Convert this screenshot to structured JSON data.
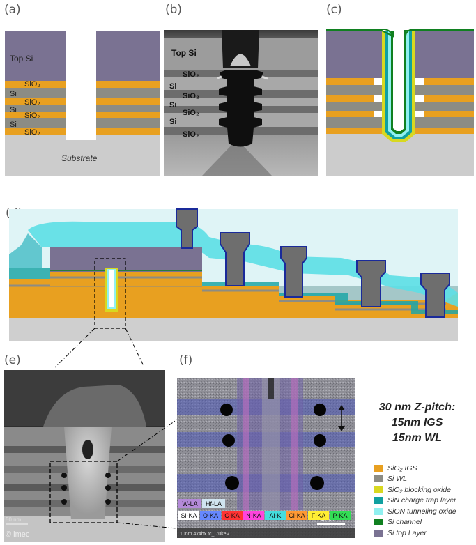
{
  "panels": {
    "a": {
      "label": "(a)",
      "layer_labels": {
        "top_si": "Top Si",
        "sio2_1": "SiO₂",
        "si_1": "Si",
        "sio2_2": "SiO₂",
        "si_2": "Si",
        "sio2_3": "SiO₂",
        "si_3": "Si",
        "sio2_4": "SiO₂",
        "substrate": "Substrate"
      }
    },
    "b": {
      "label": "(b)",
      "layer_labels": {
        "top_si": "Top Si",
        "sio2_1": "SiO₂",
        "si_1": "Si",
        "sio2_2": "SiO₂",
        "si_2": "Si",
        "sio2_3": "SiO₂",
        "si_3": "Si",
        "sio2_4": "SiO₂"
      }
    },
    "c": {
      "label": "(c)"
    },
    "d": {
      "label": "(d)"
    },
    "e": {
      "label": "(e)",
      "copyright": "© imec",
      "scale_bar": "50 nm"
    },
    "f": {
      "label": "(f)",
      "element_tags_row1": [
        "W-LA",
        "Hf-LA"
      ],
      "element_tags_row2": [
        "Si-KA",
        "O-KA",
        "C-KA",
        "N-KA",
        "Al-K",
        "Cl-KA",
        "F-KA",
        "P-KA"
      ],
      "element_tag_colors_row1": [
        "#b48ad8",
        "#d0e4f0"
      ],
      "element_tag_colors_row2": [
        "#ffffff",
        "#6688ff",
        "#ff3333",
        "#ff44dd",
        "#44dddd",
        "#ff9933",
        "#ffee33",
        "#33dd55"
      ],
      "footer_text": "10nm  4x4bx  tc_ 70keV",
      "scale_text": "40 nm"
    }
  },
  "pitch_note": {
    "line1": "30 nm Z-pitch:",
    "line2": "15nm IGS",
    "line3": "15nm WL"
  },
  "legend": [
    {
      "label": "SiO₂ IGS",
      "color": "#e8a020"
    },
    {
      "label": "Si WL",
      "color": "#8c8c84"
    },
    {
      "label": "SiO₂ blocking oxide",
      "color": "#d8d820"
    },
    {
      "label": "SiN charge trap layer",
      "color": "#10a0a0"
    },
    {
      "label": "SiON tunneling oxide",
      "color": "#90f0f0"
    },
    {
      "label": "Si channel",
      "color": "#108020"
    },
    {
      "label": "Si top Layer",
      "color": "#7a7292"
    }
  ]
}
